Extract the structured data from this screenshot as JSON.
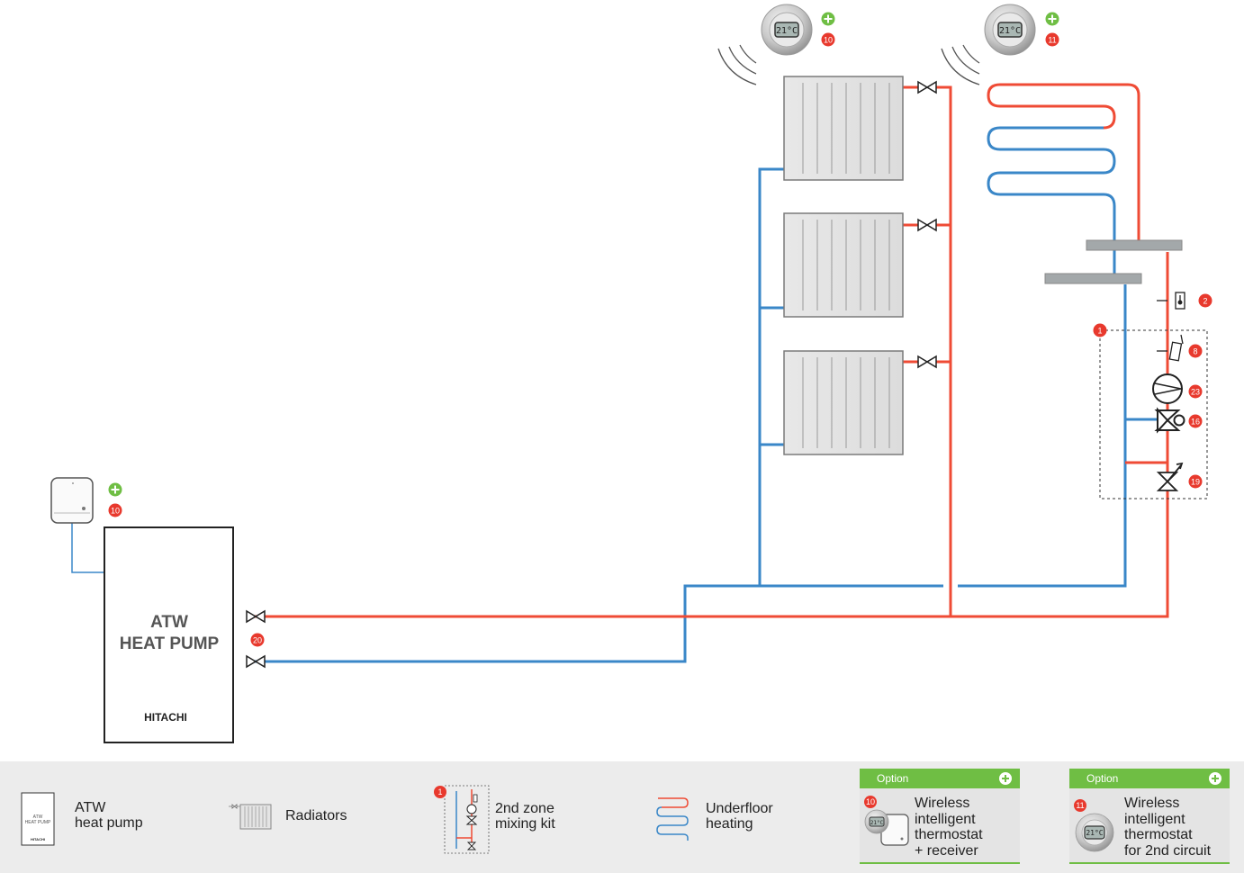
{
  "heat_pump": {
    "title_line1": "ATW",
    "title_line2": "HEAT PUMP",
    "brand": "HITACHI"
  },
  "thermostat_display": "21°C",
  "badges": {
    "thermostat_main": "10",
    "thermostat_1": "10",
    "thermostat_2": "11",
    "valve_pump": "20",
    "mixing_kit": "1",
    "sensor": "2",
    "thermostat_valve": "8",
    "pump": "23",
    "three_way_valve": "16",
    "bypass_valve": "19"
  },
  "legend": {
    "heat_pump_label": "ATW\nheat pump",
    "heat_pump_icon_text1": "ATW",
    "heat_pump_icon_text2": "HEAT PUMP",
    "heat_pump_icon_brand": "HITACHI",
    "radiators_label": "Radiators",
    "mixing_kit_label": "2nd zone\nmixing kit",
    "mixing_kit_badge": "1",
    "underfloor_label": "Underfloor\nheating",
    "option1": {
      "header": "Option",
      "badge": "10",
      "text": "Wireless\nintelligent\nthermostat\n+ receiver"
    },
    "option2": {
      "header": "Option",
      "badge": "11",
      "text": "Wireless\nintelligent\nthermostat\nfor 2nd circuit"
    }
  },
  "colors": {
    "hot": "#ef4b35",
    "cold": "#3a87c8",
    "badge": "#e8392d",
    "option_green": "#6fbe44"
  }
}
